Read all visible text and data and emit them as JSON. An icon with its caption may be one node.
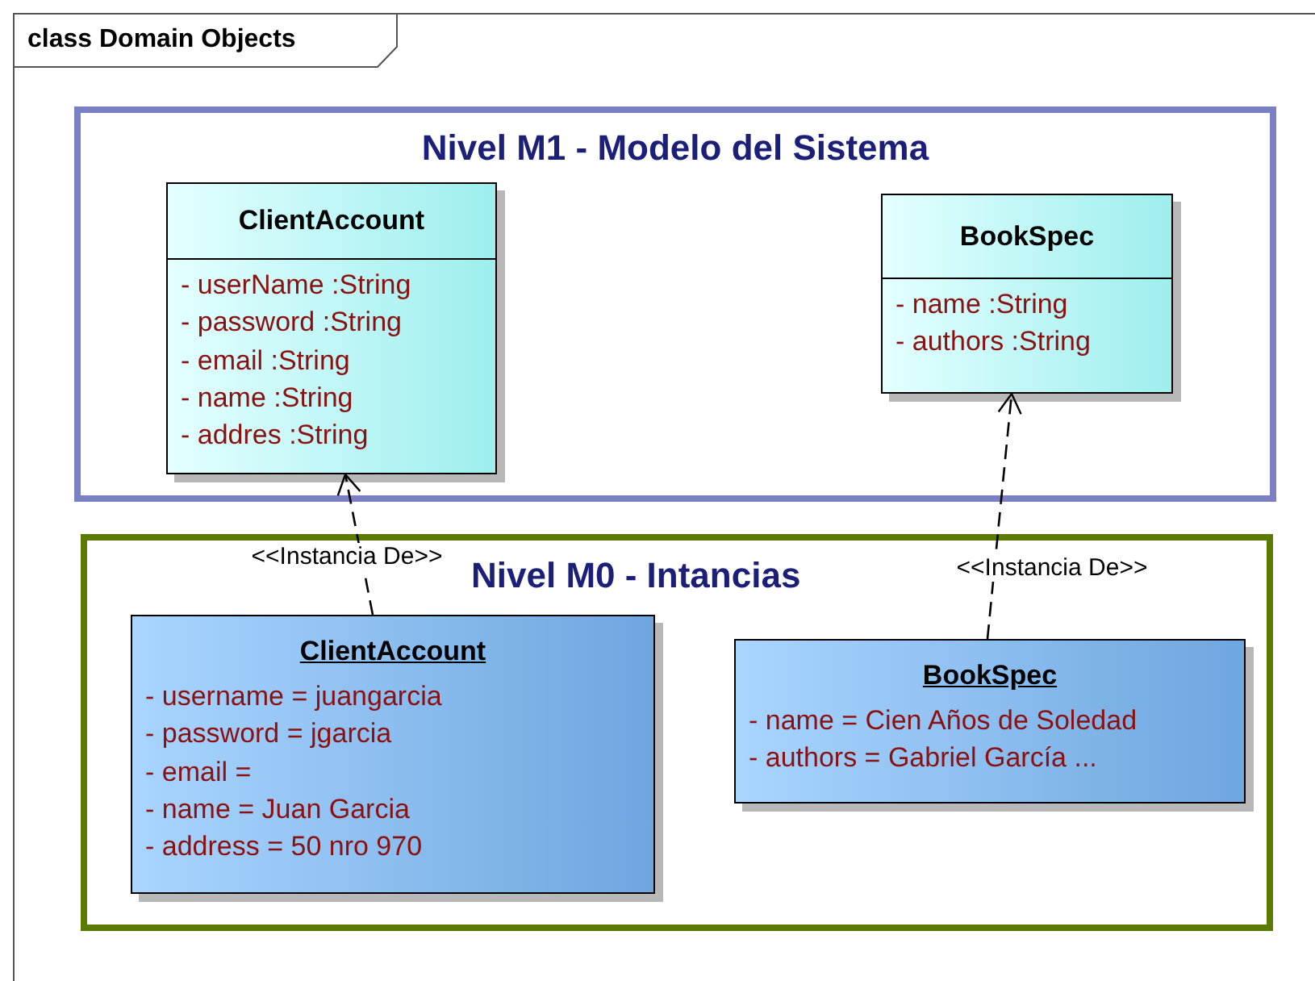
{
  "diagram": {
    "nodes": [
      {
        "text": [
          "class Domain Objects"
        ]
      },
      {
        "text": [
          "Nivel M1 - Modelo del Sistema"
        ],
        "in": 0
      },
      {
        "text": [
          "ClientAccount",
          "- userName :String",
          "- password :String",
          "- email :String",
          "- name :String",
          "- addres :String"
        ],
        "in": 1
      },
      {
        "text": [
          "BookSpec",
          "- name :String",
          "- authors :String"
        ],
        "in": 1
      },
      {
        "text": [
          "Nivel M0 - Intancias"
        ],
        "in": 0
      },
      {
        "text": [
          "ClientAccount",
          "- username = juangarcia",
          "- password = jgarcia",
          "- email =",
          "- name = Juan Garcia",
          "- address = 50 nro 970"
        ],
        "in": 4
      },
      {
        "text": [
          "BookSpec",
          "- name = Cien Años de Soledad",
          "- authors = Gabriel García ..."
        ],
        "in": 4
      }
    ],
    "edges": [
      {
        "from": 5,
        "to": 2,
        "arrow": "to",
        "style": "dashed",
        "label": "<<Instancia De>>"
      },
      {
        "from": 6,
        "to": 3,
        "arrow": "to",
        "style": "dashed",
        "label": "<<Instancia De>>"
      }
    ]
  }
}
